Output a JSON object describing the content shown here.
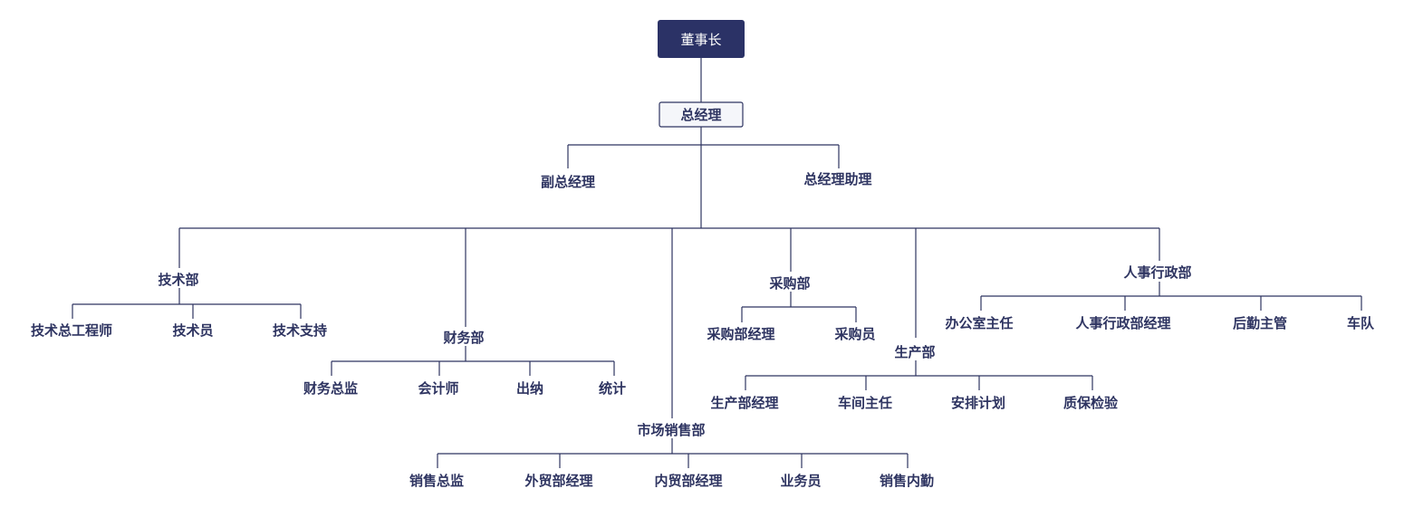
{
  "colors": {
    "line": "#2e3461",
    "root_fill": "#2b3266",
    "text": "#2e3461",
    "root_text": "#ffffff",
    "box_fill": "#f5f6fa"
  },
  "nodes": {
    "chairman": "董事长",
    "general_manager": "总经理",
    "deputy_gm": "副总经理",
    "gm_assistant": "总经理助理",
    "tech": {
      "name": "技术部",
      "children": [
        "技术总工程师",
        "技术员",
        "技术支持"
      ]
    },
    "finance": {
      "name": "财务部",
      "children": [
        "财务总监",
        "会计师",
        "出纳",
        "统计"
      ]
    },
    "marketing": {
      "name": "市场销售部",
      "children": [
        "销售总监",
        "外贸部经理",
        "内贸部经理",
        "业务员",
        "销售内勤"
      ]
    },
    "purchasing": {
      "name": "采购部",
      "children": [
        "采购部经理",
        "采购员"
      ]
    },
    "production": {
      "name": "生产部",
      "children": [
        "生产部经理",
        "车间主任",
        "安排计划",
        "质保检验"
      ]
    },
    "hr_admin": {
      "name": "人事行政部",
      "children": [
        "办公室主任",
        "人事行政部经理",
        "后勤主管",
        "车队"
      ]
    }
  }
}
